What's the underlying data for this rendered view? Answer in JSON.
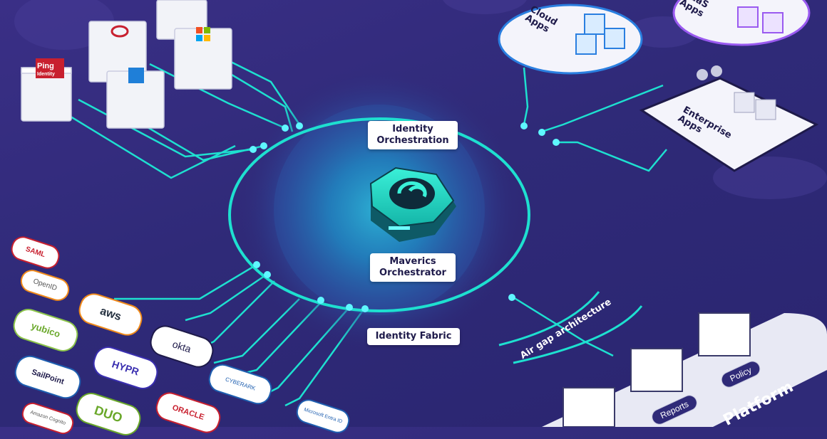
{
  "core": {
    "top_label": [
      "Identity",
      "Orchestration"
    ],
    "center_label": [
      "Maverics",
      "Orchestrator"
    ],
    "fabric_label": "Identity Fabric"
  },
  "apps": {
    "cloud": [
      "Cloud",
      "Apps"
    ],
    "saas": [
      "SaaS",
      "Apps"
    ],
    "enterprise": [
      "Enterprise",
      "Apps"
    ]
  },
  "air_gap_label": "Air gap architecture",
  "platform": {
    "label": "Platform",
    "reports_button": "Reports",
    "policy_button": "Policy"
  },
  "providers": [
    "SAML",
    "OpenID",
    "aws",
    "yubico",
    "okta",
    "HYPR",
    "SailPoint",
    "CYBERARK",
    "DUO",
    "ORACLE",
    "Amazon Cognito",
    "Microsoft Entra ID"
  ],
  "server_brands": {
    "ping": [
      "Ping",
      "Identity"
    ]
  },
  "colors": {
    "accent": "#1ee0d0",
    "background": "#2f2a78"
  }
}
